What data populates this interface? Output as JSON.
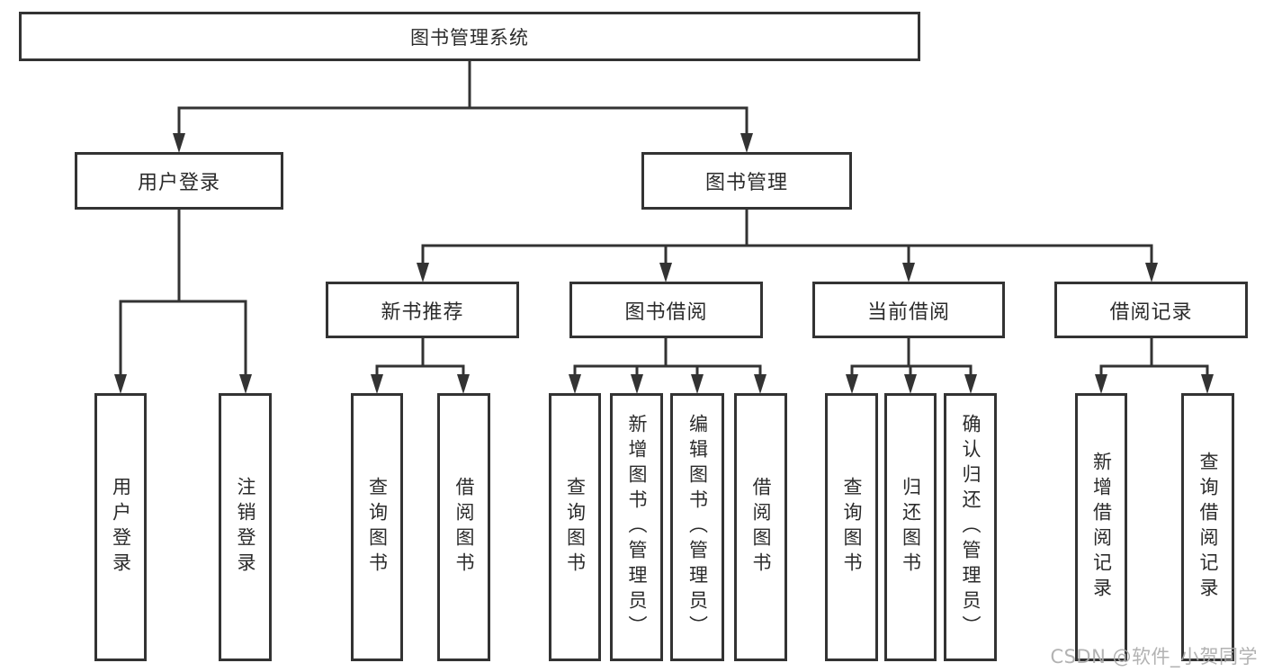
{
  "diagram": {
    "type": "hierarchy-tree",
    "colors": {
      "line": "#333333",
      "text": "#2b2b2b",
      "box_fill": "#ffffff",
      "watermark": "#aaaaaa"
    },
    "nodes": {
      "root": {
        "label": "图书管理系统"
      },
      "user_login": {
        "label": "用户登录"
      },
      "book_mgmt": {
        "label": "图书管理"
      },
      "new_book_rec": {
        "label": "新书推荐"
      },
      "book_borrow": {
        "label": "图书借阅"
      },
      "current_borrow": {
        "label": "当前借阅"
      },
      "borrow_record": {
        "label": "借阅记录"
      },
      "leaf_user_login": {
        "label": "用户登录"
      },
      "leaf_logout": {
        "label": "注销登录"
      },
      "leaf_query_book_rec": {
        "label": "查询图书"
      },
      "leaf_borrow_book_rec": {
        "label": "借阅图书"
      },
      "leaf_query_book_borrow": {
        "label": "查询图书"
      },
      "leaf_add_book": {
        "label": "新增图书（管理员）"
      },
      "leaf_edit_book": {
        "label": "编辑图书（管理员）"
      },
      "leaf_borrow_book_borrow": {
        "label": "借阅图书"
      },
      "leaf_query_book_current": {
        "label": "查询图书"
      },
      "leaf_return_book": {
        "label": "归还图书"
      },
      "leaf_confirm_return": {
        "label": "确认归还（管理员）"
      },
      "leaf_add_borrow_record": {
        "label": "新增借阅记录"
      },
      "leaf_query_borrow_record": {
        "label": "查询借阅记录"
      }
    },
    "tree": {
      "图书管理系统": {
        "用户登录": [
          "用户登录",
          "注销登录"
        ],
        "图书管理": {
          "新书推荐": [
            "查询图书",
            "借阅图书"
          ],
          "图书借阅": [
            "查询图书",
            "新增图书（管理员）",
            "编辑图书（管理员）",
            "借阅图书"
          ],
          "当前借阅": [
            "查询图书",
            "归还图书",
            "确认归还（管理员）"
          ],
          "借阅记录": [
            "新增借阅记录",
            "查询借阅记录"
          ]
        }
      }
    },
    "watermark": "CSDN @软件_小贺同学"
  }
}
